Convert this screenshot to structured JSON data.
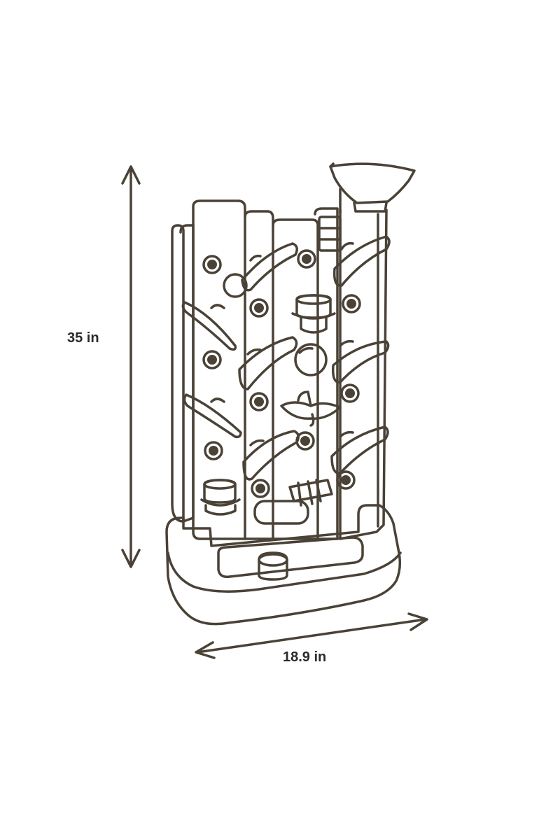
{
  "dimensions": {
    "height": "35 in",
    "width": "18.9 in"
  },
  "colors": {
    "line": "#4a4237",
    "text": "#2a2a2a",
    "background": "#ffffff"
  },
  "icons": {
    "product": "water-tower-toy-illustration",
    "height_arrow": "double-headed-vertical-arrow",
    "width_arrow": "double-headed-diagonal-arrow"
  }
}
